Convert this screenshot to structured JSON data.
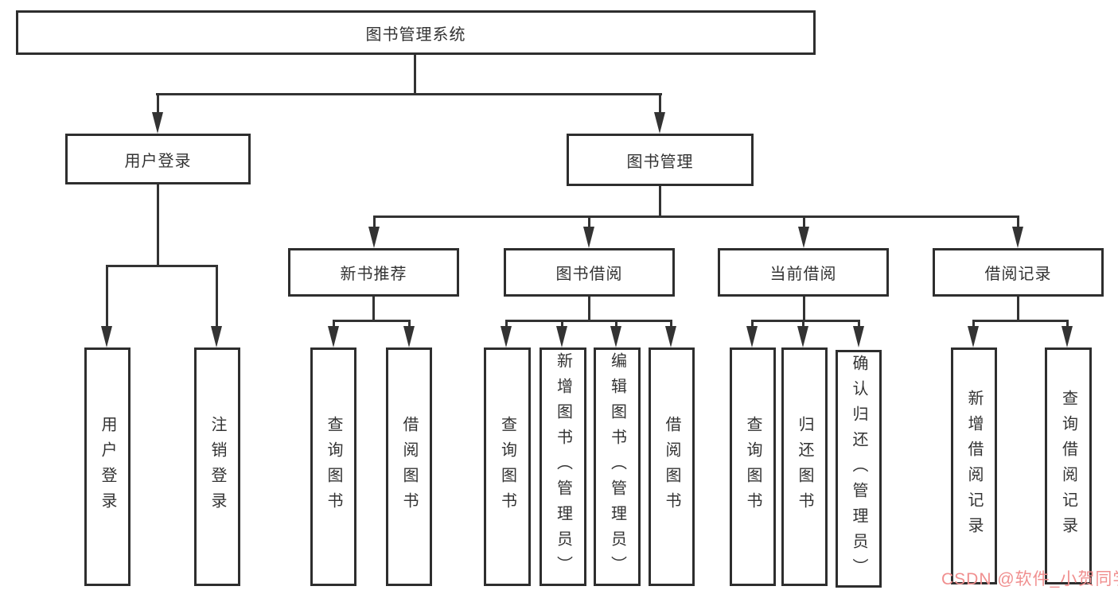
{
  "diagram": {
    "root": "图书管理系统",
    "level2": [
      "用户登录",
      "图书管理"
    ],
    "level3": [
      "新书推荐",
      "图书借阅",
      "当前借阅",
      "借阅记录"
    ],
    "leaves": {
      "user_login": [
        "用户登录",
        "注销登录"
      ],
      "new_books": [
        "查询图书",
        "借阅图书"
      ],
      "book_borrowing": [
        "查询图书",
        "新增图书（管理员）",
        "编辑图书（管理员）",
        "借阅图书"
      ],
      "current_borrowing": [
        "查询图书",
        "归还图书",
        "确认归还（管理员）"
      ],
      "borrowing_records": [
        "新增借阅记录",
        "查询借阅记录"
      ]
    }
  },
  "watermark": {
    "text": "CSDN @软件_小贺同学",
    "color": "#f08f8f"
  },
  "colors": {
    "line": "#333333",
    "border": "#2e2e2e",
    "text": "#333333",
    "background": "#ffffff"
  }
}
